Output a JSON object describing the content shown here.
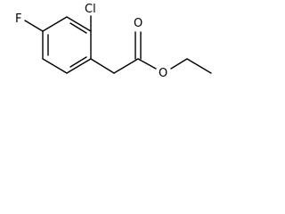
{
  "molecule": {
    "atoms": {
      "F": "F",
      "Cl": "Cl",
      "O_carbonyl": "O",
      "O_ester": "O"
    },
    "colors": {
      "bond": "#000000",
      "label": "#000000",
      "background": "#ffffff"
    }
  }
}
